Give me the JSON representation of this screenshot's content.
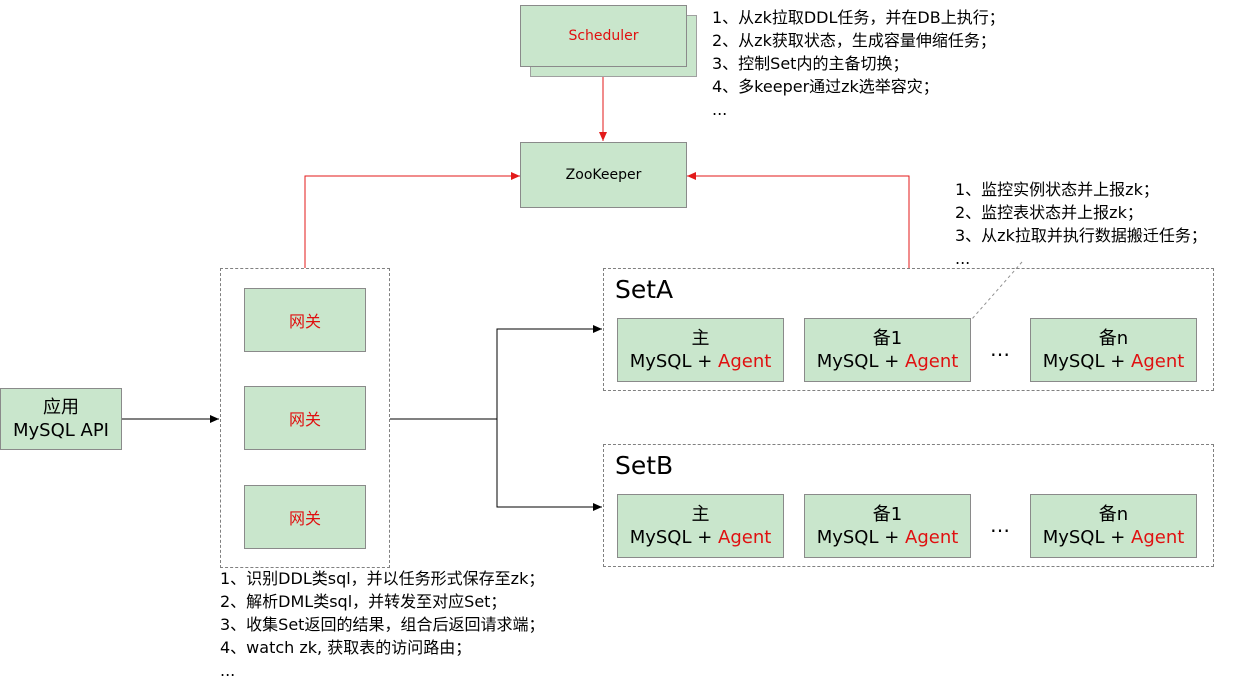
{
  "scheduler": {
    "label": "Scheduler",
    "notes": [
      "1、从zk拉取DDL任务，并在DB上执行；",
      "2、从zk获取状态，生成容量伸缩任务；",
      "3、控制Set内的主备切换；",
      "4、多keeper通过zk选举容灾；",
      "..."
    ]
  },
  "zookeeper": {
    "label": "ZooKeeper"
  },
  "agent_notes": [
    "1、监控实例状态并上报zk；",
    "2、监控表状态并上报zk；",
    "3、从zk拉取并执行数据搬迁任务；",
    "..."
  ],
  "app": {
    "line1": "应用",
    "line2": "MySQL API"
  },
  "gateways": [
    "网关",
    "网关",
    "网关"
  ],
  "gateway_notes": [
    "1、识别DDL类sql，并以任务形式保存至zk；",
    "2、解析DML类sql，并转发至对应Set；",
    "3、收集Set返回的结果，组合后返回请求端；",
    "4、watch zk, 获取表的访问路由；",
    "..."
  ],
  "sets": [
    {
      "name": "SetA",
      "nodes": [
        {
          "role": "主",
          "db": "MySQL + ",
          "agent": "Agent"
        },
        {
          "role": "备1",
          "db": "MySQL + ",
          "agent": "Agent"
        },
        {
          "role": "备n",
          "db": "MySQL + ",
          "agent": "Agent"
        }
      ],
      "ellipsis": "…"
    },
    {
      "name": "SetB",
      "nodes": [
        {
          "role": "主",
          "db": "MySQL + ",
          "agent": "Agent"
        },
        {
          "role": "备1",
          "db": "MySQL + ",
          "agent": "Agent"
        },
        {
          "role": "备n",
          "db": "MySQL + ",
          "agent": "Agent"
        }
      ],
      "ellipsis": "…"
    }
  ],
  "colors": {
    "box_fill": "#c9e6cc",
    "red_text": "#e01010",
    "red_arrow": "#e31a1a",
    "black_arrow": "#000000",
    "gray_arrow": "#909090"
  }
}
